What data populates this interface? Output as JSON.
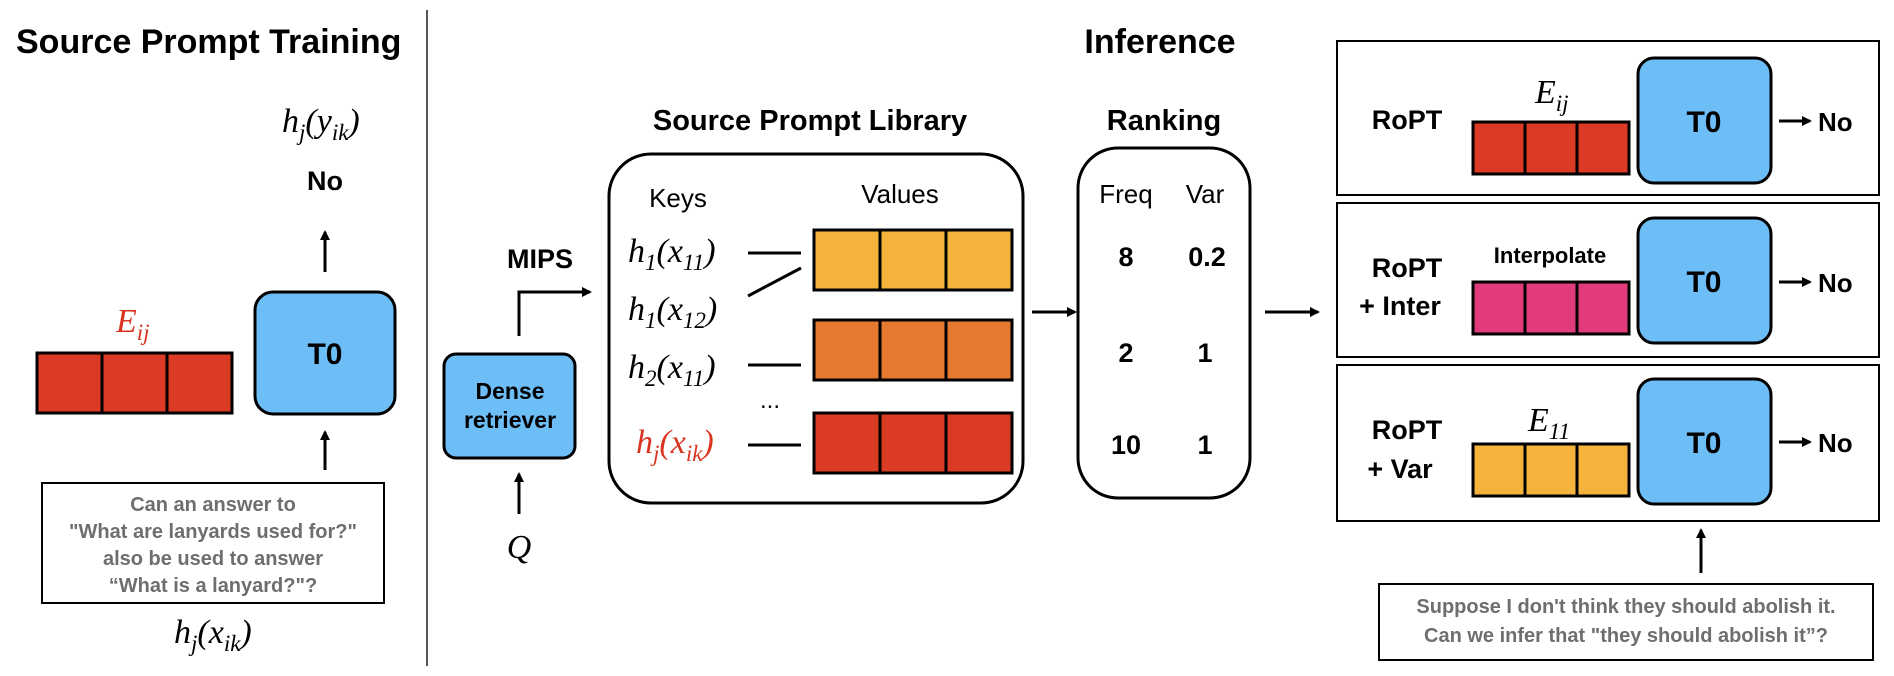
{
  "titles": {
    "source_prompt_training": "Source Prompt Training",
    "inference": "Inference"
  },
  "training": {
    "output_math": "h_j(y_ik)",
    "output_label": "No",
    "embedding_label": "E_ij",
    "model_label": "T0",
    "input_text": [
      "Can an answer to",
      "\"What are lanyards used for?\"",
      "also be used to answer",
      "“What is a lanyard?\"?"
    ],
    "input_math": "h_j(x_ik)"
  },
  "retrieval": {
    "retriever_label": [
      "Dense",
      "retriever"
    ],
    "query_label": "Q",
    "mips_label": "MIPS"
  },
  "library": {
    "title": "Source Prompt Library",
    "keys_header": "Keys",
    "values_header": "Values",
    "keys": [
      "h1(x11)",
      "h1(x12)",
      "h2(x11)",
      "hj(xik)"
    ],
    "ellipsis": "...",
    "value_colors": [
      "#f3b33d",
      "#e57a2e",
      "#db3a25"
    ]
  },
  "ranking": {
    "title": "Ranking",
    "headers": [
      "Freq",
      "Var"
    ],
    "rows": [
      {
        "freq": "8",
        "var": "0.2"
      },
      {
        "freq": "2",
        "var": "1"
      },
      {
        "freq": "10",
        "var": "1"
      }
    ]
  },
  "methods": [
    {
      "name": [
        "RoPT"
      ],
      "embedding_label": "E_ij",
      "model": "T0",
      "output": "No",
      "color": "#db3a25"
    },
    {
      "name": [
        "RoPT",
        "+ Inter"
      ],
      "embedding_label": "Interpolate",
      "model": "T0",
      "output": "No",
      "color": "#e23b7c"
    },
    {
      "name": [
        "RoPT",
        "+ Var"
      ],
      "embedding_label": "E_11",
      "model": "T0",
      "output": "No",
      "color": "#f3b33d"
    }
  ],
  "inference_input": [
    "Suppose I don't think they should abolish it.",
    "Can we infer that \"they should abolish it”?"
  ],
  "colors": {
    "model_blue": "#6dbdf7",
    "embedding_red": "#db3a25",
    "grey_text": "#6e6e6e",
    "accent_red": "#d9341f"
  }
}
